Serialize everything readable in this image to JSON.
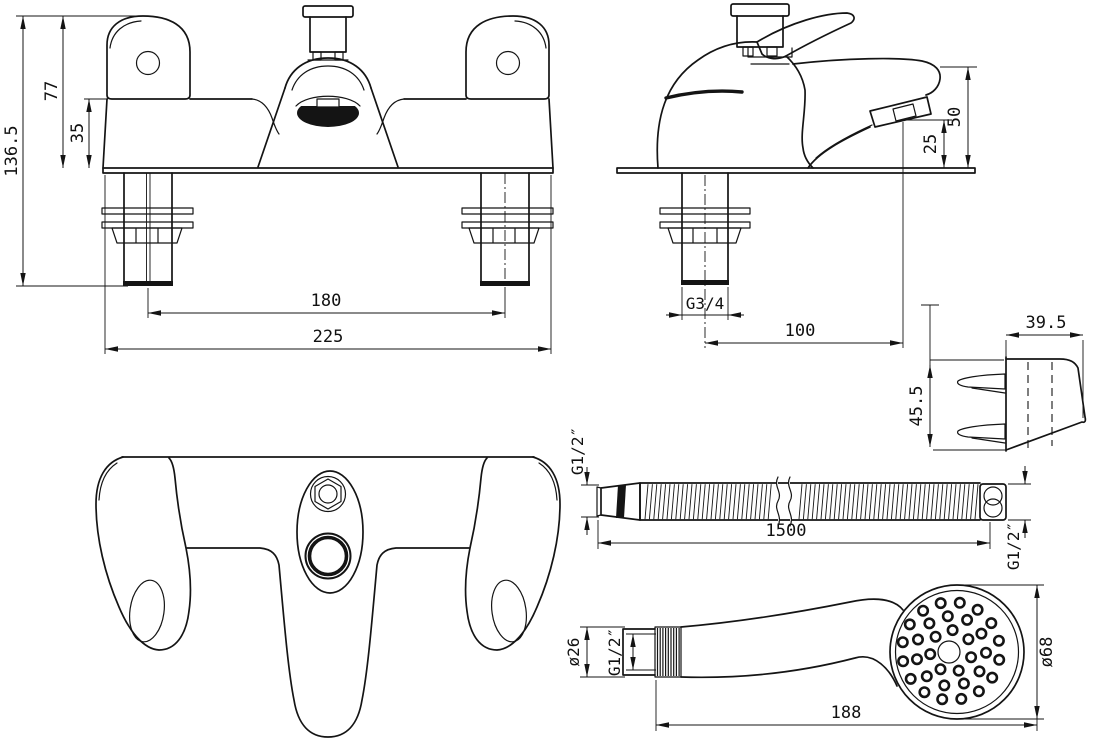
{
  "drawing": {
    "views": {
      "front": {
        "dims": {
          "total_height": "136.5",
          "body_height": "77",
          "deck_to_spout": "35",
          "inlet_spacing": "180",
          "overall_width": "225"
        }
      },
      "side": {
        "dims": {
          "spout_top_height": "50",
          "outlet_height": "25",
          "inlet_thread": "G3/4",
          "spout_reach": "100"
        }
      },
      "wall_bracket": {
        "dims": {
          "depth": "39.5",
          "height": "45.5"
        }
      },
      "hose": {
        "dims": {
          "inlet_thread": "G1/2″",
          "length": "1500",
          "outlet_thread": "G1/2″"
        }
      },
      "handset": {
        "dims": {
          "handle_diameter": "ø26",
          "thread": "G1/2″",
          "length": "188",
          "head_diameter": "ø68"
        }
      }
    }
  }
}
